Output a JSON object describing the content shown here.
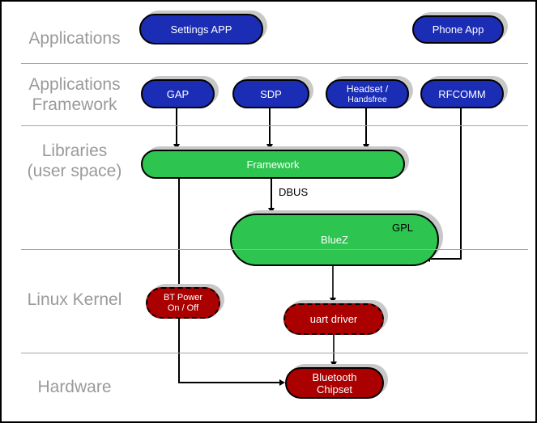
{
  "colors": {
    "node_blue": "#1b2db5",
    "node_green": "#2dc44f",
    "node_dark_red": "#aa0000",
    "layer_label_gray": "#9a9a9a",
    "divider_gray": "#a6a6a6",
    "shadow_gray": "#c8c8c8"
  },
  "layer_labels": {
    "applications": "Applications",
    "applications_framework": "Applications\nFramework",
    "libraries": "Libraries\n(user space)",
    "linux_kernel": "Linux Kernel",
    "hardware": "Hardware"
  },
  "nodes": {
    "settings_app": {
      "label": "Settings APP"
    },
    "phone_app": {
      "label": "Phone App"
    },
    "gap": {
      "label": "GAP"
    },
    "sdp": {
      "label": "SDP"
    },
    "headset": {
      "line1": "Headset /",
      "line2": "Handsfree"
    },
    "rfcomm": {
      "label": "RFCOMM"
    },
    "framework": {
      "label": "Framework"
    },
    "bluez": {
      "label": "BlueZ",
      "license": "GPL"
    },
    "bt_power": {
      "label": "BT Power\nOn / Off"
    },
    "uart_driver": {
      "label": "uart driver"
    },
    "bluetooth_chipset": {
      "label": "Bluetooth\nChipset"
    }
  },
  "connector_labels": {
    "dbus": "DBUS"
  }
}
